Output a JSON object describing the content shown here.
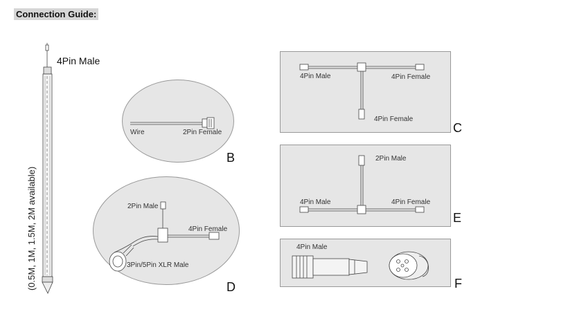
{
  "header": {
    "title": "Connection Guide:"
  },
  "tube": {
    "label": "4Pin Male",
    "length_note": "(0.5M, 1M, 1.5M, 2M available)"
  },
  "panels": {
    "b": {
      "letter": "B",
      "wire_label": "Wire",
      "connector_label": "2Pin Female"
    },
    "d": {
      "letter": "D",
      "label_2pin": "2Pin Male",
      "label_4pin": "4Pin Female",
      "label_xlr": "3Pin/5Pin XLR Male"
    },
    "c": {
      "letter": "C",
      "label_left": "4Pin Male",
      "label_right": "4Pin Female",
      "label_bottom": "4Pin Female"
    },
    "e": {
      "letter": "E",
      "label_top": "2Pin Male",
      "label_left": "4Pin Male",
      "label_right": "4Pin Female"
    },
    "f": {
      "letter": "F",
      "label": "4Pin Male"
    }
  }
}
